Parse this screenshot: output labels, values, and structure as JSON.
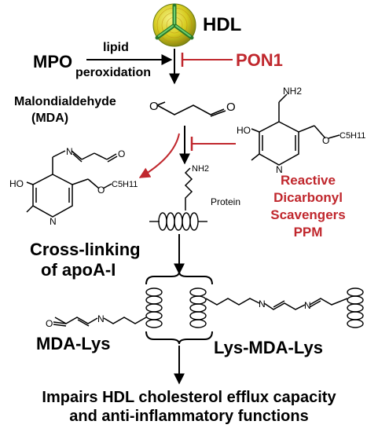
{
  "hdl": {
    "label": "HDL"
  },
  "mpo": {
    "label": "MPO"
  },
  "lipid_peroxidation": {
    "line1": "lipid",
    "line2": "peroxidation"
  },
  "pon1": {
    "label": "PON1"
  },
  "mda": {
    "line1": "Malondialdehyde",
    "line2": "(MDA)"
  },
  "ppm_structure": {
    "nh2": "NH2",
    "ho": "HO",
    "n": "N",
    "o": "O",
    "c5h11": "C5H11"
  },
  "adduct_structure": {
    "o": "O",
    "ho": "HO",
    "n": "N",
    "n_ring": "N",
    "o2": "O",
    "c5h11": "C5H11"
  },
  "protein": {
    "label": "Protein",
    "nh2": "NH2"
  },
  "scavengers": {
    "line1": "Reactive",
    "line2": "Dicarbonyl",
    "line3": "Scavengers",
    "line4": "PPM"
  },
  "crosslinking": {
    "line1": "Cross-linking",
    "line2": "of apoA-I"
  },
  "mda_lys": {
    "label": "MDA-Lys",
    "o": "O",
    "n": "N"
  },
  "lys_mda_lys": {
    "label": "Lys-MDA-Lys",
    "n1": "N",
    "n2": "N"
  },
  "outcome": {
    "line1": "Impairs HDL cholesterol efflux capacity",
    "line2": "and anti-inflammatory functions"
  },
  "colors": {
    "inhibit": "#c0272d",
    "hdl_particle": "#d8d020",
    "text": "#000000"
  }
}
